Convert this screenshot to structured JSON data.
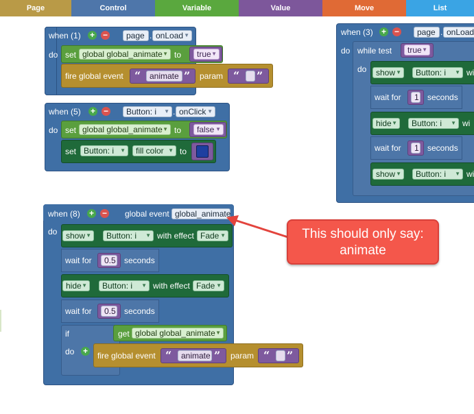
{
  "categories": [
    {
      "label": "Page",
      "color": "#b99a47"
    },
    {
      "label": "Control",
      "color": "#4e76aa"
    },
    {
      "label": "Variable",
      "color": "#5aa83e"
    },
    {
      "label": "Value",
      "color": "#7d579b"
    },
    {
      "label": "Move",
      "color": "#e06a35"
    },
    {
      "label": "List",
      "color": "#3aa4e4"
    }
  ],
  "block1": {
    "when": "when (1)",
    "page": "page",
    "dot": ".",
    "event": "onLoad",
    "do": "do",
    "set": "set",
    "var": "global global_animate",
    "to": "to",
    "value": "true",
    "fire": "fire global event",
    "event_name": "animate",
    "param": "param"
  },
  "block3": {
    "when": "when (3)",
    "page": "page",
    "dot": ".",
    "event": "onLoad",
    "do": "do",
    "while": "while test",
    "test_value": "true",
    "do2": "do",
    "show": "show",
    "button": "Button: i",
    "wi": "wi",
    "wait": "wait for",
    "wait_val": "1",
    "seconds": "seconds",
    "hide": "hide",
    "wait2_val": "1",
    "show2": "show"
  },
  "block5": {
    "when": "when (5)",
    "button": "Button: i",
    "dot": ".",
    "event": "onClick",
    "do": "do",
    "set": "set",
    "var": "global global_animate",
    "to": "to",
    "value": "false",
    "set2": "set",
    "button2": "Button: i",
    "prop": "fill color",
    "to2": "to",
    "color_swatch": "#1e3fa0"
  },
  "block8": {
    "when": "when (8)",
    "global_event": "global event",
    "event_name": "global_animate",
    "do": "do",
    "show": "show",
    "button": "Button: i",
    "with_effect": "with effect",
    "effect": "Fade",
    "wait": "wait for",
    "wait_val": "0.5",
    "seconds": "seconds",
    "hide": "hide",
    "button2": "Button: i",
    "with_effect2": "with effect",
    "effect2": "Fade",
    "wait2_val": "0.5",
    "if": "if",
    "get": "get",
    "get_var": "global global_animate",
    "do2": "do",
    "fire": "fire global event",
    "fire_event": "animate",
    "param": "param"
  },
  "callout": {
    "line1": "This should only say:",
    "line2": "animate"
  }
}
